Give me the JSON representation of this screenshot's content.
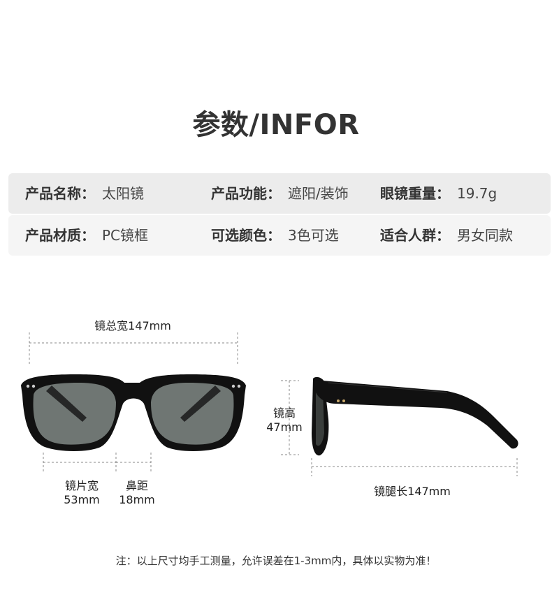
{
  "title": "参数/INFOR",
  "specs": {
    "row1": [
      {
        "key": "产品名称：",
        "value": "太阳镜"
      },
      {
        "key": "产品功能：",
        "value": "遮阳/装饰"
      },
      {
        "key": "眼镜重量：",
        "value": "19.7g"
      }
    ],
    "row2": [
      {
        "key": "产品材质：",
        "value": "PC镜框"
      },
      {
        "key": "可选颜色：",
        "value": "3色可选"
      },
      {
        "key": "适合人群：",
        "value": "男女同款"
      }
    ]
  },
  "dimensions": {
    "total_width": "镜总宽147mm",
    "lens_width_label": "镜片宽",
    "lens_width_value": "53mm",
    "bridge_label": "鼻距",
    "bridge_value": "18mm",
    "lens_height_label": "镜高",
    "lens_height_value": "47mm",
    "temple_length": "镜腿长147mm"
  },
  "note": "注：以上尺寸均手工测量，允许误差在1-3mm内，具体以实物为准！",
  "colors": {
    "frame": "#111111",
    "lens": "#6f7673",
    "band": "#ececec"
  }
}
